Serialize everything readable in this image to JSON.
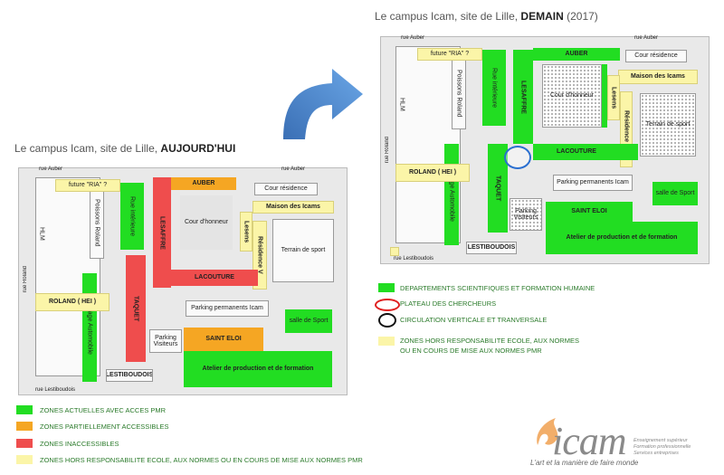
{
  "titles": {
    "today": {
      "prefix": "Le campus Icam, site de Lille,",
      "emph": "AUJOURD'HUI"
    },
    "tomorrow": {
      "prefix": "Le campus Icam, site de Lille,",
      "emph": "DEMAIN",
      "suffix": "(2017)"
    }
  },
  "streets": {
    "auber": "rue Auber",
    "roland": "rue Roland",
    "lestiboudois": "rue Lestiboudois"
  },
  "buildings": {
    "future_ria": "future \"RIA\" ?",
    "auber": "AUBER",
    "cour_residence": "Cour résidence",
    "maison_icams": "Maison des Icams",
    "lesaffre": "LESAFFRE",
    "rue_interieure": "Rue intérieure",
    "lesens": "Lesens",
    "residence_v": "Résidence V",
    "cour_honneur": "Cour d'honneur",
    "terrain_sport": "Terrain de sport",
    "lacouture": "LACOUTURE",
    "parking_permanents": "Parking permanents Icam",
    "taquet": "TAQUET",
    "roland_hei": "ROLAND ( HEI )",
    "parking_visiteurs": "Parking Visiteurs",
    "saint_eloi": "SAINT ELOI",
    "salle_sport": "salle de Sport",
    "atelier": "Atelier de production et de formation",
    "lestiboudois": "LESTIBOUDOIS",
    "garage_auto": "Garage Automobile",
    "poissons_roland": "Poissons Roland",
    "hlm": "HLM"
  },
  "legend_today": [
    {
      "label": "ZONES ACTUELLES AVEC ACCES PMR",
      "color": "#22dd22"
    },
    {
      "label": "ZONES PARTIELLEMENT ACCESSIBLES",
      "color": "#f5a623"
    },
    {
      "label": "ZONES INACCESSIBLES",
      "color": "#ef4d4d"
    },
    {
      "label": "ZONES HORS RESPONSABILITE ECOLE, AUX NORMES OU EN COURS DE MISE AUX NORMES PMR",
      "color": "#fbf5a8"
    }
  ],
  "legend_tomorrow": [
    {
      "label": "DEPARTEMENTS SCIENTIFIQUES ET FORMATION HUMAINE",
      "color": "#22dd22",
      "shape": "rect"
    },
    {
      "label": "PLATEAU DES CHERCHEURS",
      "color": "#e02020",
      "shape": "ellipse"
    },
    {
      "label": "CIRCULATION VERTICALE ET TRANVERSALE",
      "color": "#111111",
      "shape": "ellipse"
    },
    {
      "label": "ZONES HORS RESPONSABILITE ECOLE, AUX NORMES",
      "label2": "OU EN COURS DE MISE AUX NORMES PMR",
      "color": "#fbf5a8",
      "shape": "rect"
    }
  ],
  "logo": {
    "name": "icam",
    "tagline": "L'art et la manière de faire monde",
    "services": [
      "Enseignement supérieur",
      "Formation professionnelle",
      "Services entreprises"
    ]
  },
  "colors": {
    "green": "#22dd22",
    "orange": "#f5a623",
    "red": "#ef4d4d",
    "yellow": "#fbf5a8",
    "arrow": "#4a86cf"
  }
}
